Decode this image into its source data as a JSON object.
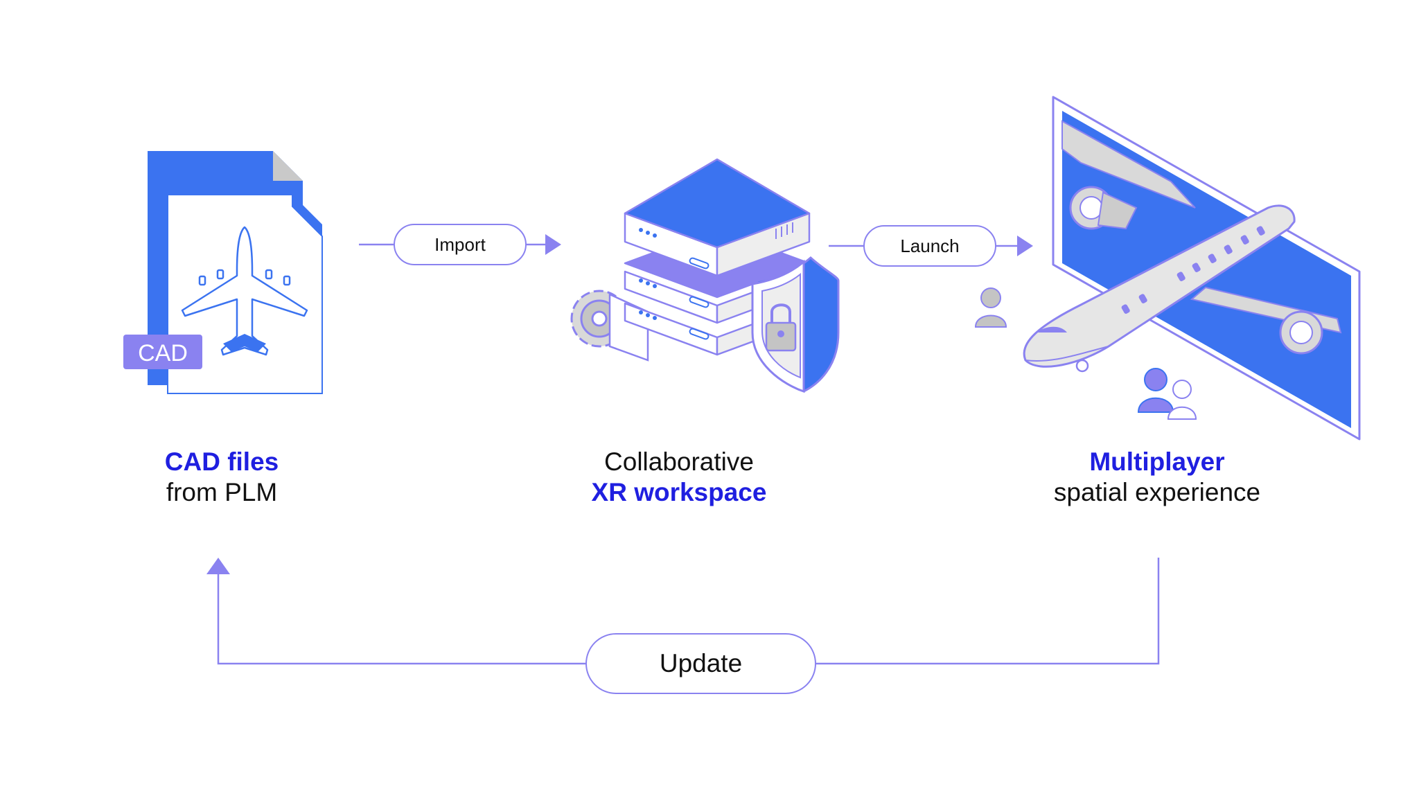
{
  "colors": {
    "accent_blue": "#3b73f0",
    "accent_purple": "#8a82f0",
    "highlight_text": "#1f1fe0",
    "text": "#111111"
  },
  "nodes": {
    "cad": {
      "badge": "CAD",
      "caption_highlight": "CAD files",
      "caption_plain": "from PLM",
      "icon": "cad-file-icon"
    },
    "workspace": {
      "caption_plain": "Collaborative",
      "caption_highlight": "XR workspace",
      "icon": "server-stack-icon"
    },
    "experience": {
      "caption_highlight": "Multiplayer",
      "caption_plain": "spatial experience",
      "icon": "airplane-screen-icon"
    }
  },
  "edges": {
    "import_label": "Import",
    "launch_label": "Launch",
    "update_label": "Update"
  }
}
